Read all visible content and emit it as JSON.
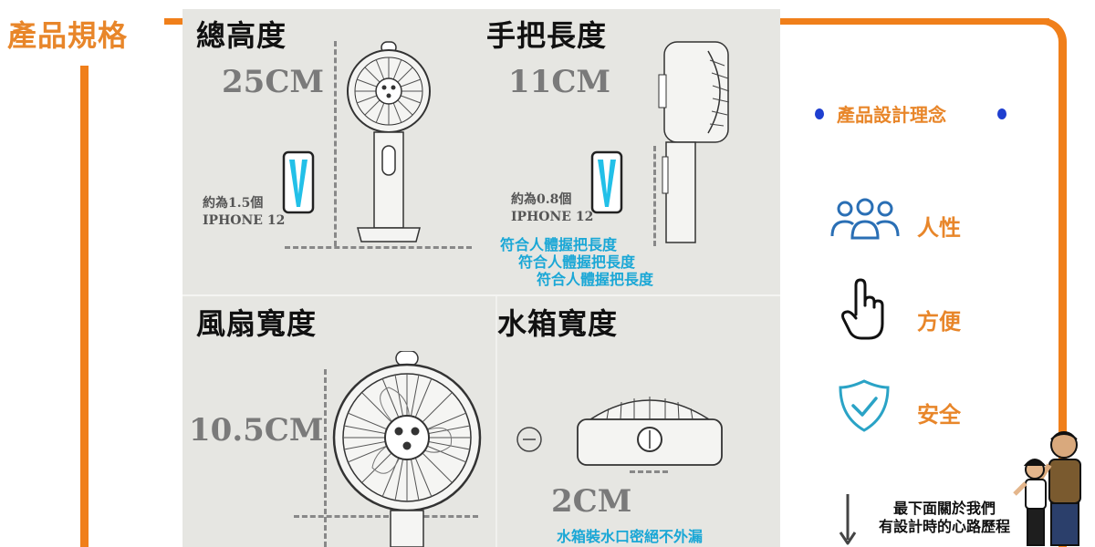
{
  "header": {
    "title": "產品規格"
  },
  "sections": {
    "total_height": {
      "title": "總高度",
      "value": "25CM",
      "compare_line1": "約為1.5個",
      "compare_line2": "IPHONE 12"
    },
    "handle_length": {
      "title": "手把長度",
      "value": "11CM",
      "compare_line1": "約為0.8個",
      "compare_line2": "IPHONE 12",
      "notes": [
        "符合人體握把長度",
        "符合人體握把長度",
        "符合人體握把長度"
      ]
    },
    "fan_width": {
      "title": "風扇寬度",
      "value": "10.5CM"
    },
    "tank_width": {
      "title": "水箱寬度",
      "value": "2CM",
      "note": "水箱裝水口密絕不外漏"
    }
  },
  "concept": {
    "title": "產品設計理念",
    "items": [
      {
        "icon": "people-icon",
        "label": "人性"
      },
      {
        "icon": "pointer-hand-icon",
        "label": "方便"
      },
      {
        "icon": "shield-check-icon",
        "label": "安全"
      }
    ]
  },
  "footer": {
    "line1": "最下面關於我們",
    "line2": "有設計時的心路歷程"
  },
  "colors": {
    "accent": "#e8862a",
    "cyan": "#1aa7d6",
    "blue": "#2a6fb5"
  }
}
